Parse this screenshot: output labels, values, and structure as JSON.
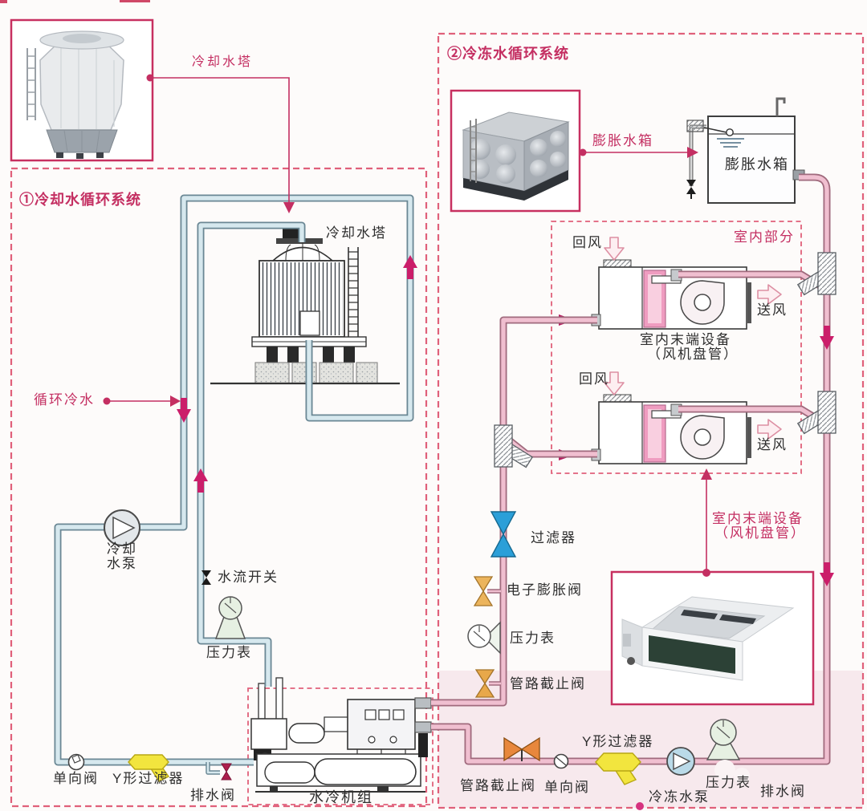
{
  "colors": {
    "label_red": "#c42f62",
    "label_black": "#2e2e2e",
    "pipe_cooling_fill": "#d6e8ee",
    "pipe_cooling_edge": "#6a8794",
    "pipe_chilled_fill": "#f0bfd0",
    "pipe_chilled_edge": "#a06a7d",
    "flow_arrow": "#cb1e6a",
    "dashed_box": "#e0607a",
    "photo_box_border": "#c73060",
    "filter_valve_blue": "#2b9fd8",
    "expansion_valve_orange": "#ecb45c",
    "stop_valve_orange": "#e8873c",
    "strainer_yellow": "#f2e53e",
    "drain_valve_red": "#ad1f4e",
    "gauge_green": "#e6f0e2",
    "pump_chilled_blue": "#badae8",
    "lower_band_pink": "#f7e9ed"
  },
  "system1": {
    "title": "①冷却水循环系统",
    "tower_photo_label": "冷却水塔",
    "tower_label": "冷却水塔",
    "circulating_water": "循环冷水",
    "pump_line1": "冷却",
    "pump_line2": "水泵",
    "flow_switch": "水流开关",
    "pressure_gauge": "压力表",
    "check_valve": "单向阀",
    "y_strainer": "Y形过滤器",
    "drain_valve": "排水阀",
    "chiller": "水冷机组"
  },
  "system2": {
    "title": "②冷冻水循环系统",
    "expansion_tank_callout": "膨胀水箱",
    "expansion_tank": "膨胀水箱",
    "indoor_title": "室内部分",
    "return_air": "回风",
    "supply_air": "送风",
    "fcu_label_line1": "室内末端设备",
    "fcu_label_line2": "（风机盘管）",
    "filter": "过滤器",
    "eev": "电子膨胀阀",
    "pressure_gauge": "压力表",
    "stop_valve": "管路截止阀",
    "check_valve": "单向阀",
    "y_strainer": "Y形过滤器",
    "chilled_pump": "冷冻水泵",
    "drain_valve": "排水阀"
  }
}
